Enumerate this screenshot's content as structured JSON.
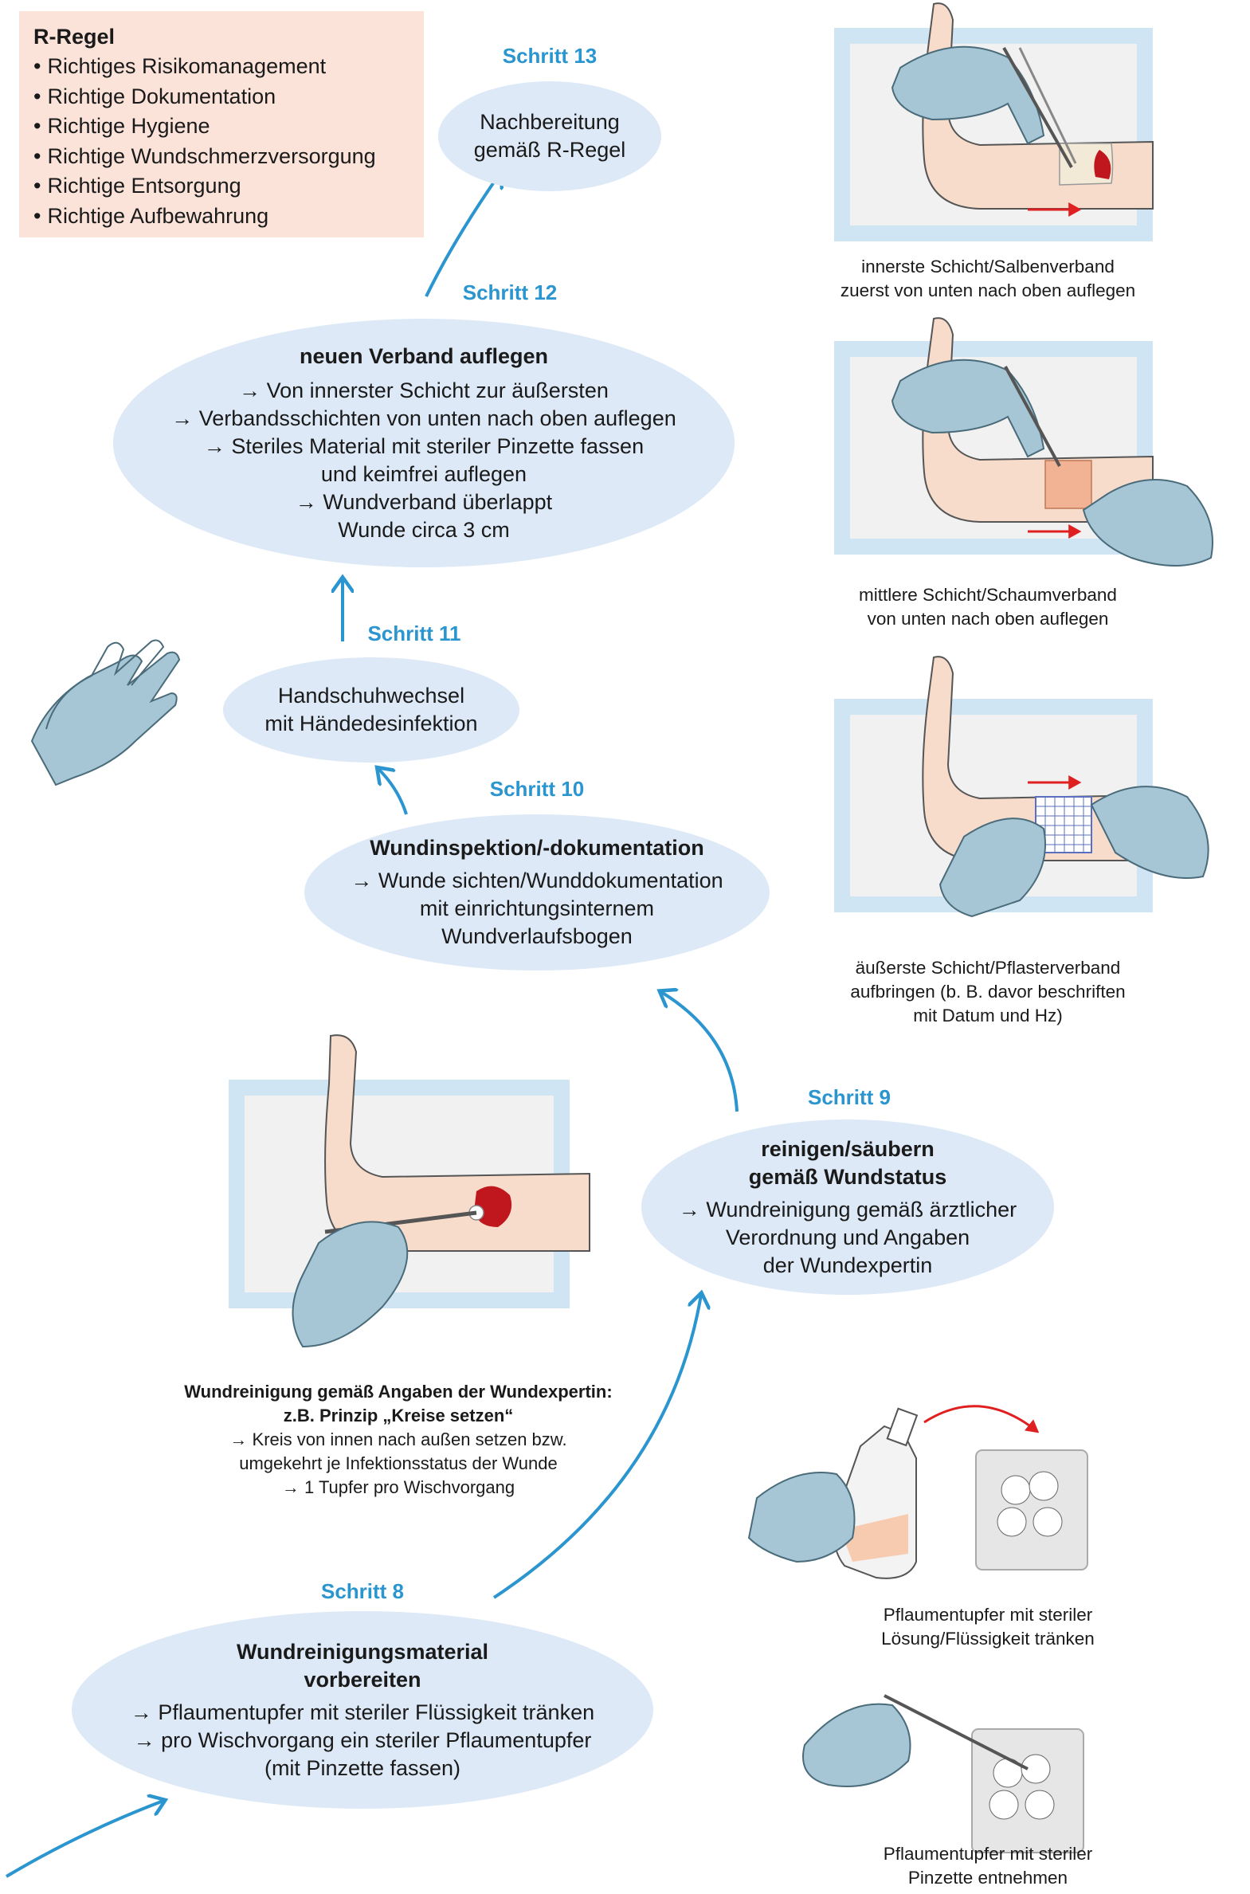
{
  "r_regel": {
    "title": "R-Regel",
    "items": [
      "Richtiges Risikomanagement",
      "Richtige Dokumentation",
      "Richtige Hygiene",
      "Richtige Wundschmerzversorgung",
      "Richtige Entsorgung",
      "Richtige Aufbewahrung"
    ]
  },
  "steps": {
    "s13": {
      "label": "Schritt 13",
      "lines": [
        "Nachbereitung",
        "gemäß R-Regel"
      ]
    },
    "s12": {
      "label": "Schritt 12",
      "title": "neuen Verband auflegen",
      "lines": [
        "→ Von innerster Schicht zur äußersten",
        "→ Verbandsschichten von unten nach oben auflegen",
        "→ Steriles Material mit steriler Pinzette fassen",
        "und keimfrei auflegen",
        "→ Wundverband überlappt",
        "Wunde circa 3 cm"
      ]
    },
    "s11": {
      "label": "Schritt 11",
      "lines": [
        "Handschuhwechsel",
        "mit Händedesinfektion"
      ]
    },
    "s10": {
      "label": "Schritt 10",
      "title": "Wundinspektion/-dokumentation",
      "lines": [
        "→ Wunde sichten/Wunddokumentation",
        "mit einrichtungsinternem",
        "Wundverlaufsbogen"
      ]
    },
    "s9": {
      "label": "Schritt 9",
      "title": [
        "reinigen/säubern",
        "gemäß Wundstatus"
      ],
      "lines": [
        "→ Wundreinigung gemäß ärztlicher",
        "Verordnung und Angaben",
        "der Wundexpertin"
      ]
    },
    "s8": {
      "label": "Schritt 8",
      "title": [
        "Wundreinigungsmaterial",
        "vorbereiten"
      ],
      "lines": [
        "→ Pflaumentupfer mit steriler Flüssigkeit tränken",
        "→ pro Wischvorgang ein steriler Pflaumentupfer",
        "(mit Pinzette fassen)"
      ]
    }
  },
  "captions": {
    "c1": [
      "innerste Schicht/Salbenverband",
      "zuerst von unten nach oben auflegen"
    ],
    "c2": [
      "mittlere Schicht/Schaumverband",
      "von unten nach oben auflegen"
    ],
    "c3": [
      "äußerste Schicht/Pflasterverband",
      "aufbringen (b. B. davor beschriften",
      "mit Datum und Hz)"
    ],
    "c4_bold": [
      "Wundreinigung gemäß Angaben der Wundexpertin:",
      "z.B. Prinzip „Kreise setzen“"
    ],
    "c4": [
      "→ Kreis von innen nach außen setzen bzw.",
      "umgekehrt je Infektionsstatus der Wunde",
      "→ 1 Tupfer pro Wischvorgang"
    ],
    "c5": [
      "Pflaumentupfer mit steriler",
      "Lösung/Flüssigkeit tränken"
    ],
    "c6": [
      "Pflaumentupfer mit steriler",
      "Pinzette entnehmen"
    ]
  },
  "colors": {
    "step_blue": "#2b95cf",
    "ellipse_fill": "#dde9f7",
    "r_box": "#fbe3da",
    "glove": "#a6c6d6",
    "skin": "#f7dccb",
    "frame": "#cfe5f4",
    "wound": "#c0161d",
    "red_arrow": "#e02020"
  }
}
